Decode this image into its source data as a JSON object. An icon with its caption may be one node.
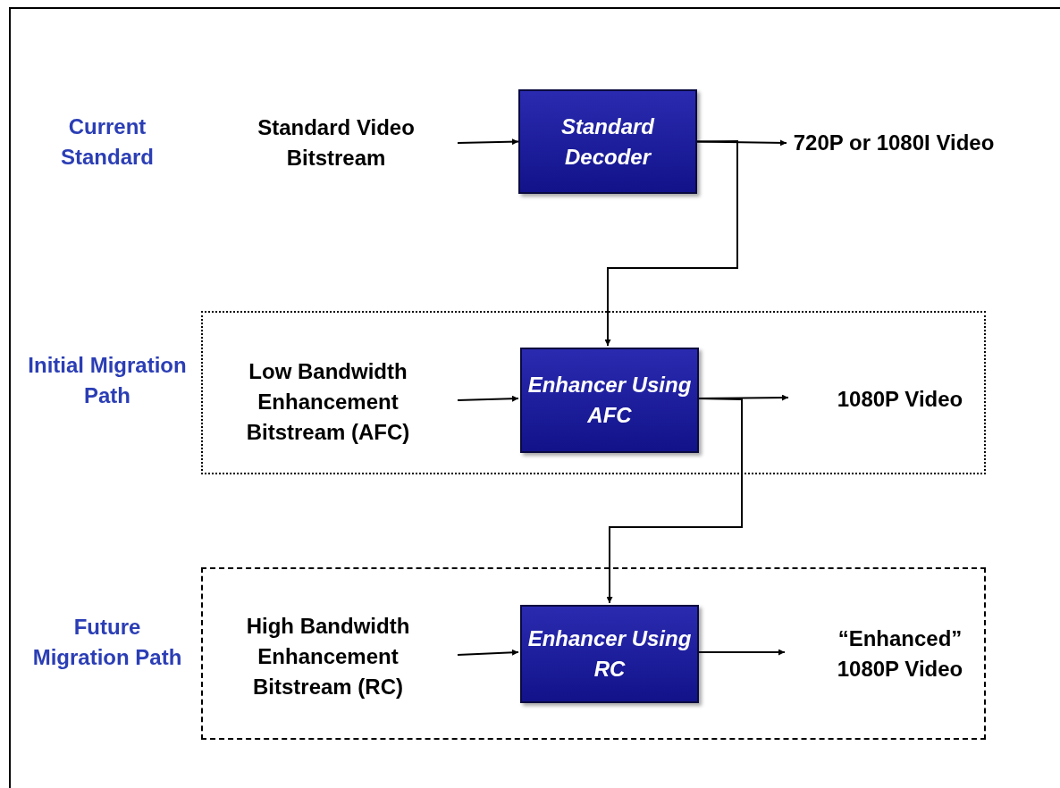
{
  "diagram": {
    "nodes": [
      {
        "text": [
          "Standard Video Bitstream"
        ]
      },
      {
        "text": [
          "Standard Decoder"
        ]
      },
      {
        "text": [
          "720P or 1080I Video"
        ]
      },
      {
        "text": [],
        "shape": "box"
      },
      {
        "text": [
          "Low Bandwidth Enhancement Bitstream (AFC)"
        ],
        "in": 3
      },
      {
        "text": [
          "Enhancer Using AFC"
        ],
        "in": 3
      },
      {
        "text": [
          "1080P Video"
        ],
        "in": 3
      },
      {
        "text": [],
        "shape": "box"
      },
      {
        "text": [
          "High Bandwidth Enhancement Bitstream (RC)"
        ],
        "in": 7
      },
      {
        "text": [
          "Enhancer Using RC"
        ],
        "in": 7
      },
      {
        "text": [
          "“Enhanced” 1080P Video"
        ],
        "in": 7
      }
    ],
    "edges": [
      {
        "from": 0,
        "to": 1,
        "arrow": "to"
      },
      {
        "from": 1,
        "to": 2,
        "arrow": "to"
      },
      {
        "from": 1,
        "to": 5,
        "arrow": "to"
      },
      {
        "from": 4,
        "to": 5,
        "arrow": "to"
      },
      {
        "from": 5,
        "to": 6,
        "arrow": "to"
      },
      {
        "from": 5,
        "to": 9,
        "arrow": "to"
      },
      {
        "from": 8,
        "to": 9,
        "arrow": "to"
      },
      {
        "from": 9,
        "to": 10,
        "arrow": "to"
      }
    ],
    "labels": [
      "Current Standard",
      "Initial Migration Path",
      "Future Migration Path"
    ]
  }
}
